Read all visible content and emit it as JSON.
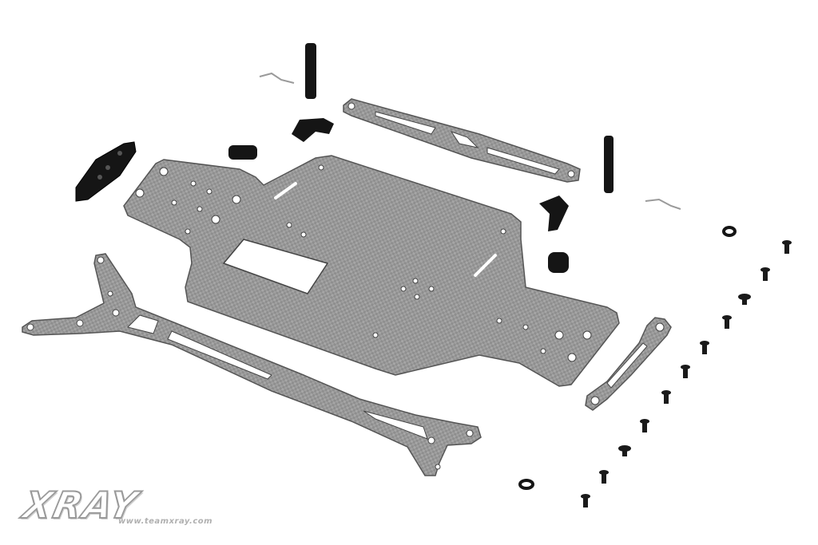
{
  "scene": {
    "background": "#ffffff",
    "carbon_color": "#8c8c8c",
    "black_part_color": "#141414",
    "parts": [
      {
        "name": "main-chassis-plate",
        "icon": "carbon-plate"
      },
      {
        "name": "upper-deck-long",
        "icon": "carbon-brace"
      },
      {
        "name": "upper-brace-top",
        "icon": "carbon-brace"
      },
      {
        "name": "rear-brace",
        "icon": "carbon-brace"
      },
      {
        "name": "front-bumper",
        "icon": "plastic-part"
      },
      {
        "name": "body-posts",
        "icon": "post"
      },
      {
        "name": "body-clips",
        "icon": "clip"
      },
      {
        "name": "mounts",
        "icon": "plastic-part"
      },
      {
        "name": "screws",
        "icon": "screw"
      },
      {
        "name": "o-rings",
        "icon": "ring"
      }
    ]
  },
  "logo": {
    "brand": "XRAY",
    "url": "www.teamxray.com"
  }
}
